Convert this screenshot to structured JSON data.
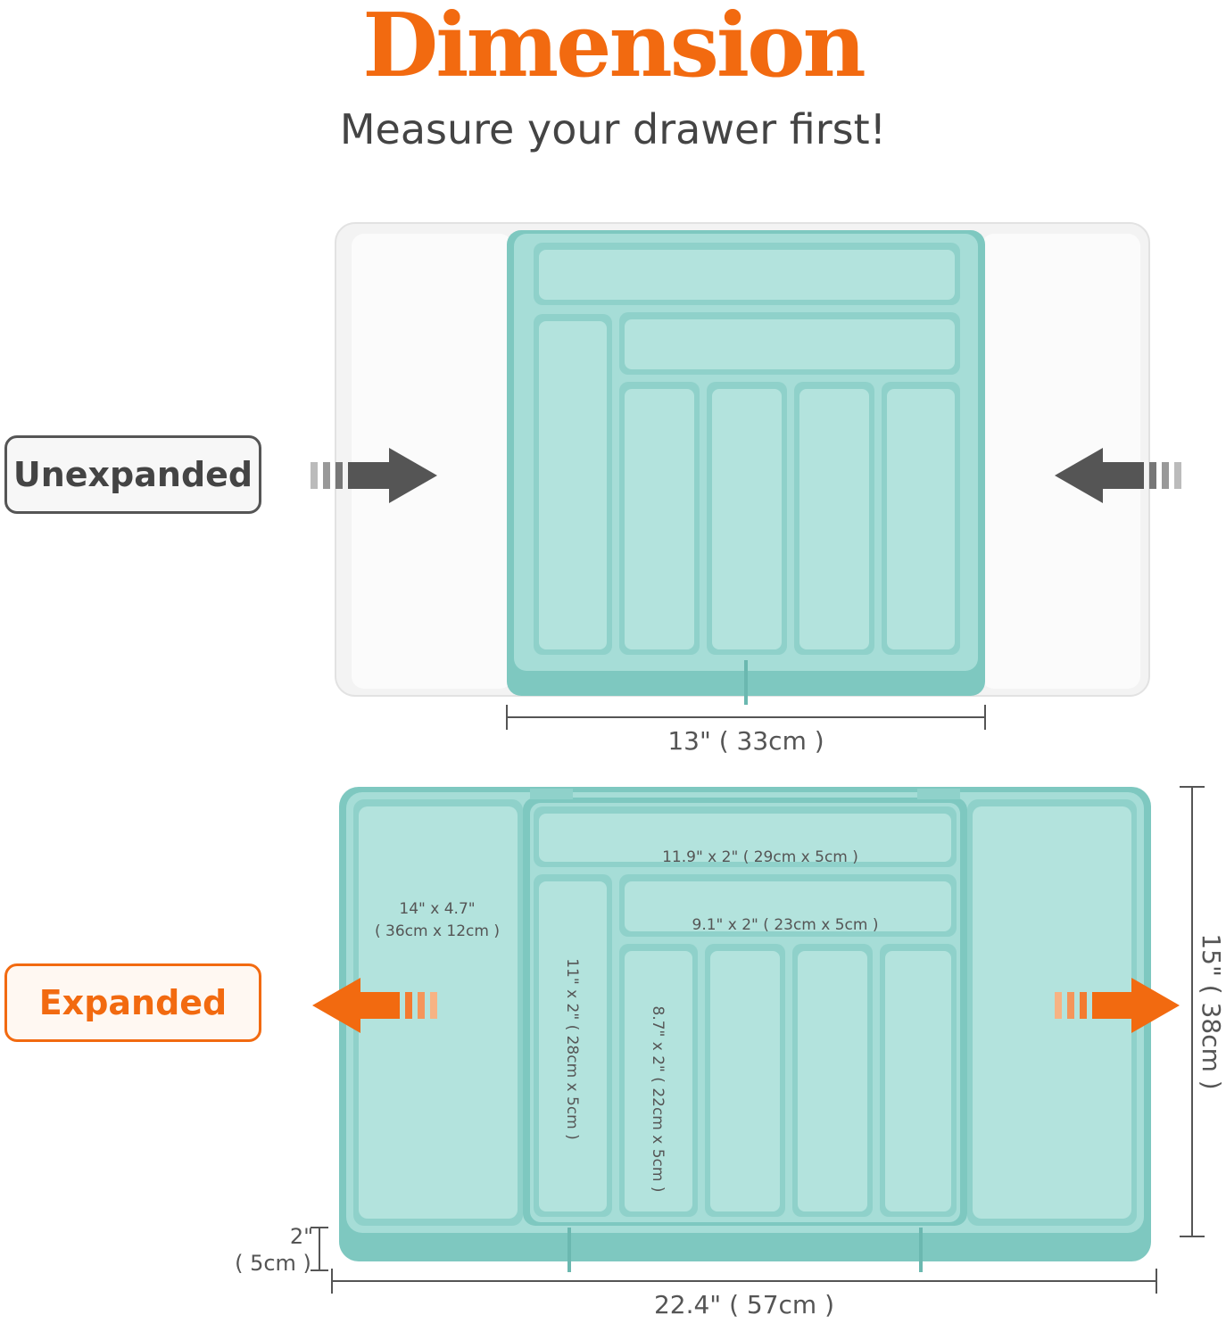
{
  "header": {
    "title": "Dimension",
    "subtitle": "Measure your drawer first!"
  },
  "states": {
    "unexpanded_label": "Unexpanded",
    "expanded_label": "Expanded"
  },
  "dimensions": {
    "unexpanded_width": "13\" ( 33cm )",
    "expanded_width": "22.4\" ( 57cm )",
    "expanded_depth": "15\" ( 38cm )",
    "height_in": "2\"",
    "height_cm": "( 5cm )",
    "top_slot": "11.9\" x 2\" ( 29cm x 5cm )",
    "side_slot_line1": "14\" x 4.7\"",
    "side_slot_line2": "( 36cm x 12cm )",
    "middle_slot": "9.1\" x 2\" ( 23cm x 5cm )",
    "long_slot": "11\" x 2\" ( 28cm x 5cm )",
    "utensil_slot": "8.7\" x 2\" ( 22cm x 5cm )"
  },
  "colors": {
    "accent": "#f26a10",
    "tray_teal": "#9fd9d3",
    "tray_teal_dark": "#7ec8c0",
    "extension_white": "#f2f2f2",
    "arrow_grey": "#555555"
  }
}
